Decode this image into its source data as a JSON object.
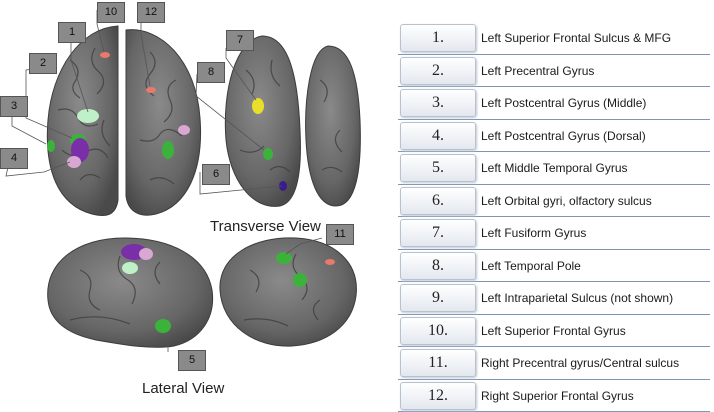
{
  "figure": {
    "transverse_caption": "Transverse View",
    "lateral_caption": "Lateral View",
    "colors": {
      "brain": "#6e6e6e",
      "light_green": "#bff0c8",
      "green": "#3bb33b",
      "purple": "#7a2fa8",
      "pink": "#d9a7d2",
      "salmon": "#e9796a",
      "yellow": "#e8df2a",
      "dark_blue": "#3a1c8c"
    },
    "callouts": [
      {
        "id": "1",
        "label": "1"
      },
      {
        "id": "2",
        "label": "2"
      },
      {
        "id": "3",
        "label": "3"
      },
      {
        "id": "4",
        "label": "4"
      },
      {
        "id": "5",
        "label": "5"
      },
      {
        "id": "6",
        "label": "6"
      },
      {
        "id": "7",
        "label": "7"
      },
      {
        "id": "8",
        "label": "8"
      },
      {
        "id": "10",
        "label": "10"
      },
      {
        "id": "11",
        "label": "11"
      },
      {
        "id": "12",
        "label": "12"
      }
    ]
  },
  "legend": {
    "items": [
      {
        "number": "1.",
        "label": "Left Superior Frontal Sulcus  & MFG"
      },
      {
        "number": "2.",
        "label": "Left Precentral Gyrus"
      },
      {
        "number": "3.",
        "label": "Left Postcentral Gyrus (Middle)"
      },
      {
        "number": "4.",
        "label": "Left Postcentral Gyrus (Dorsal)"
      },
      {
        "number": "5.",
        "label": "Left Middle Temporal Gyrus"
      },
      {
        "number": "6.",
        "label": "Left Orbital gyri, olfactory sulcus"
      },
      {
        "number": "7.",
        "label": "Left Fusiform Gyrus"
      },
      {
        "number": "8.",
        "label": "Left Temporal Pole"
      },
      {
        "number": "9.",
        "label": "Left Intraparietal Sulcus (not shown)"
      },
      {
        "number": "10.",
        "label": "Left Superior Frontal Gyrus"
      },
      {
        "number": "11.",
        "label": "Right Precentral gyrus/Central sulcus"
      },
      {
        "number": "12.",
        "label": "Right Superior Frontal Gyrus"
      }
    ]
  }
}
